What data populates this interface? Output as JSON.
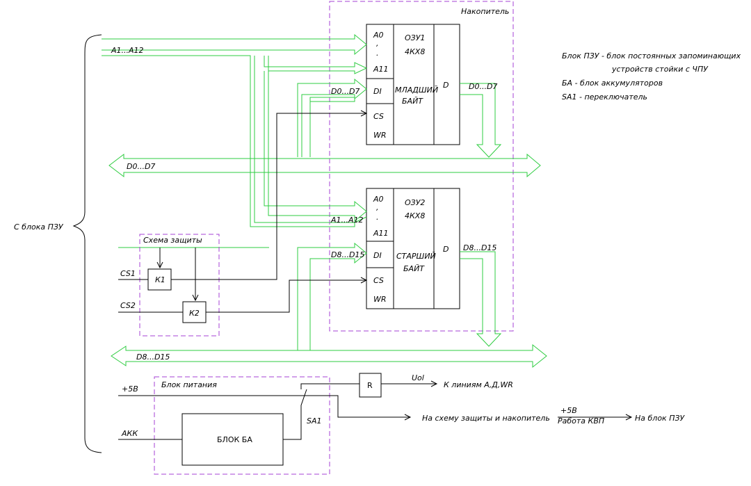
{
  "source_label": "С блока ПЗУ",
  "storage": {
    "title": "Накопитель",
    "ram1": {
      "addr_top": "A0",
      "addr_mid": ",",
      "addr_dot": ".",
      "addr_bot": "A11",
      "data_in": "DI",
      "cs": "CS",
      "wr": "WR",
      "name": "ОЗУ1",
      "type": "4КХ8",
      "role_line1": "МЛАДШИЙ",
      "role_line2": "БАЙТ",
      "data_out": "D"
    },
    "ram2": {
      "addr_top": "A0",
      "addr_mid": ",",
      "addr_dot": ".",
      "addr_bot": "A11",
      "data_in": "DI",
      "cs": "CS",
      "wr": "WR",
      "name": "ОЗУ2",
      "type": "4КХ8",
      "role_line1": "СТАРШИЙ",
      "role_line2": "БАЙТ",
      "data_out": "D"
    }
  },
  "buses": {
    "addr_in": "A1...A12",
    "addr_ram2": "A1...A12",
    "d_low_in": "D0...D7",
    "d_low_out": "D0...D7",
    "d_low_bus": "D0...D7",
    "d_high_in": "D8...D15",
    "d_high_out": "D8...D15",
    "d_high_bus": "D8...D15"
  },
  "protection": {
    "title": "Схема защиты",
    "cs1": "CS1",
    "cs2": "CS2",
    "k1": "К1",
    "k2": "К2"
  },
  "power": {
    "title": "Блок питания",
    "plus5": "+5В",
    "akk": "АКК",
    "block_ba": "БЛОК БА",
    "switch": "SA1",
    "resistor": "R",
    "uol": "Uоl",
    "to_lines": "К линиям А,Д,WR",
    "to_protection": "На схему защиты и накопитель",
    "plus5_kvp": "+5В",
    "work_kvp": "Работа КВП",
    "to_pzu": "На блок ПЗУ"
  },
  "legend": {
    "line1": "Блок ПЗУ - блок постоянных запоминающих",
    "line2": "устройств стойки с ЧПУ",
    "line3": "БА - блок аккумуляторов",
    "line4": "SA1 - переключатель"
  },
  "colors": {
    "bus": "#2ecc40",
    "frame": "#a640d6",
    "line": "#000000"
  }
}
